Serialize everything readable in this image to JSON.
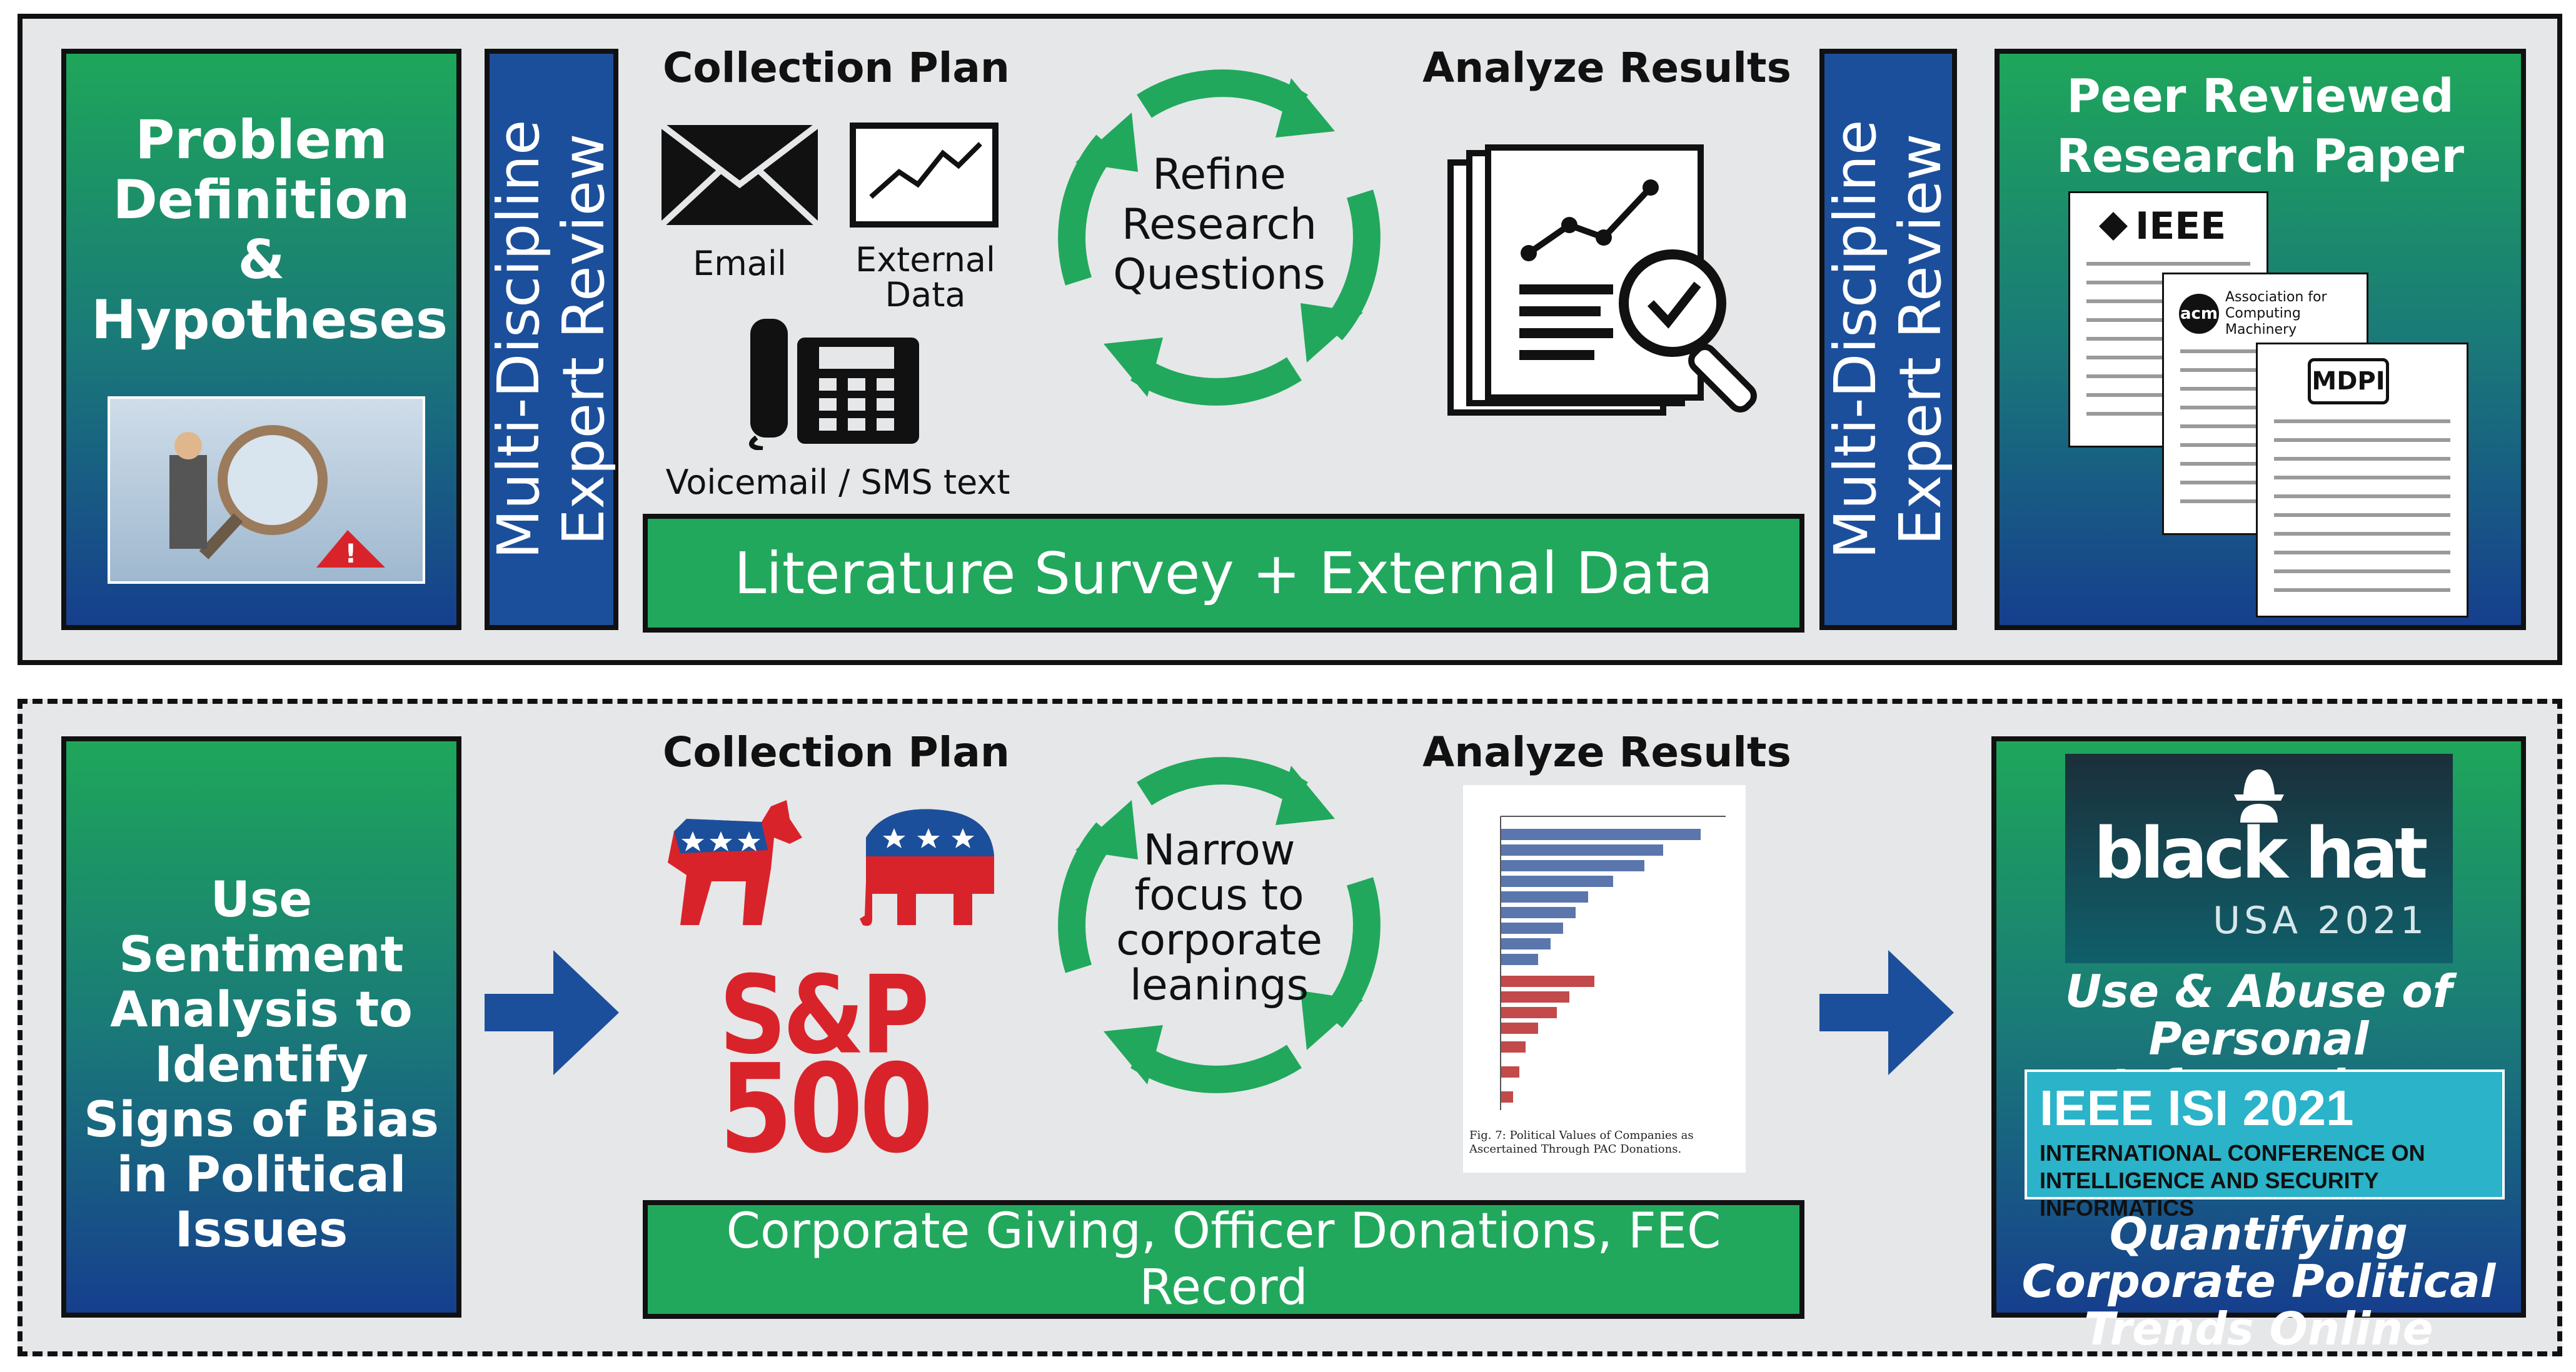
{
  "top": {
    "problem_title": "Problem Definition & Hypotheses",
    "review_left": "Multi-Discipline Expert Review",
    "collection_header": "Collection Plan",
    "email_label": "Email",
    "external_label": "External Data",
    "voicemail_label": "Voicemail / SMS text",
    "cycle_text": "Refine Research Questions",
    "analyze_header": "Analyze Results",
    "literature_bar": "Literature Survey + External Data",
    "review_right": "Multi-Discipline Expert Review",
    "peer_title": "Peer Reviewed Research Paper",
    "ieee_logo": "IEEE",
    "acm_logo": "Association for Computing Machinery",
    "acm_short": "acm",
    "mdpi_logo": "MDPI"
  },
  "bottom": {
    "problem_title": "Use Sentiment Analysis to Identify Signs of Bias in Political Issues",
    "collection_header": "Collection Plan",
    "sp_logo_line1": "S&P",
    "sp_logo_line2": "500",
    "cycle_text": "Narrow focus to corporate leanings",
    "analyze_header": "Analyze Results",
    "chart_caption": "Fig. 7: Political Values of Companies as Ascertained Through PAC Donations.",
    "data_bar": "Corporate Giving, Officer Donations, FEC Record",
    "blackhat_logo": "black hat",
    "blackhat_sub": "USA 2021",
    "blackhat_title": "Use & Abuse of Personal Information",
    "isi_title": "IEEE ISI 2021",
    "isi_sub": "INTERNATIONAL CONFERENCE ON INTELLIGENCE AND SECURITY INFORMATICS",
    "isi_paper": "Quantifying Corporate Political Trends Online"
  },
  "colors": {
    "green": "#21a85c",
    "blue": "#1c4f9b",
    "arrow_blue": "#1c4f9b",
    "cycle_green": "#21a85c"
  },
  "icons": [
    "envelope-icon",
    "line-chart-icon",
    "desk-phone-icon",
    "report-magnifier-icon",
    "donkey-icon",
    "elephant-icon",
    "cycle-arrows-icon"
  ]
}
